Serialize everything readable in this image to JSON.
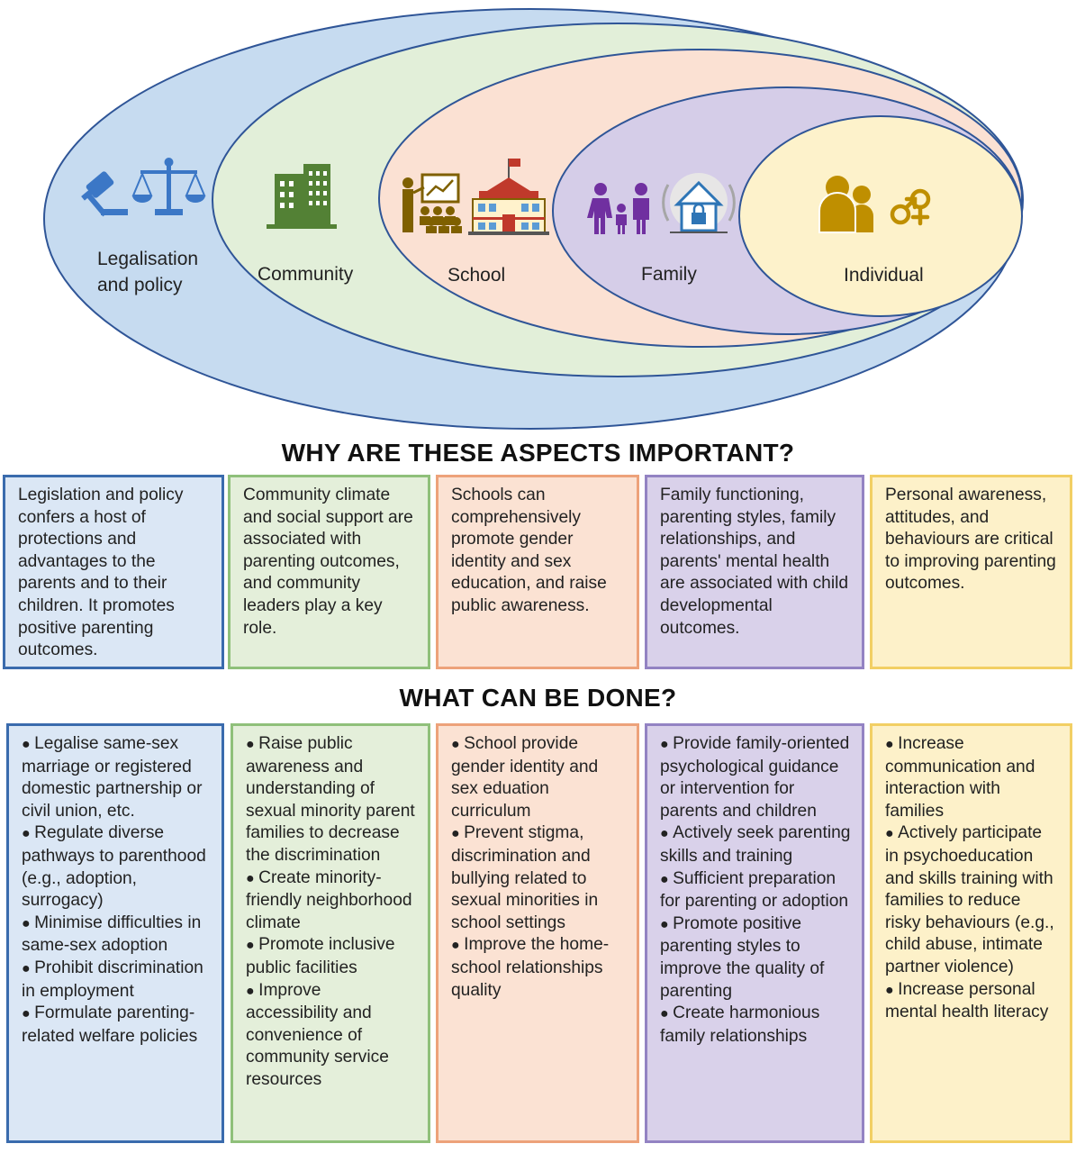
{
  "levels": [
    {
      "id": "legal",
      "label_lines": [
        "Legalisation",
        "and policy"
      ],
      "fill": "#c6dbf0",
      "stroke": "#2f5597",
      "icons": [
        "gavel-icon",
        "scales-icon"
      ]
    },
    {
      "id": "community",
      "label_lines": [
        "Community"
      ],
      "fill": "#e2efd9",
      "stroke": "#2f5597",
      "icons": [
        "buildings-icon"
      ]
    },
    {
      "id": "school",
      "label_lines": [
        "School"
      ],
      "fill": "#fbe1d3",
      "stroke": "#2f5597",
      "icons": [
        "classroom-icon",
        "school-building-icon"
      ]
    },
    {
      "id": "family",
      "label_lines": [
        "Family"
      ],
      "fill": "#d5cde8",
      "stroke": "#2f5597",
      "icons": [
        "family-icon",
        "home-security-icon"
      ]
    },
    {
      "id": "individual",
      "label_lines": [
        "Individual"
      ],
      "fill": "#fdf2cb",
      "stroke": "#2f5597",
      "icons": [
        "people-icon",
        "gender-symbol-icon"
      ]
    }
  ],
  "icon_colors": {
    "legal": "#3b77c6",
    "community": "#538135",
    "school": "#c0392b",
    "school_secondary": "#7f6000",
    "family": "#7030a0",
    "family_house": "#2e75b6",
    "individual": "#bf8f00"
  },
  "headings": {
    "why": "WHY ARE THESE ASPECTS IMPORTANT?",
    "what": "WHAT CAN BE DONE?"
  },
  "why": {
    "legal": "Legislation and policy confers a host of protections and advantages to the parents and to their children. It promotes positive parenting outcomes.",
    "community": "Community climate and social support are associated with parenting outcomes, and community leaders play a key role.",
    "school": "Schools can comprehensively promote gender identity and sex education, and raise public awareness.",
    "family": "Family functioning, parenting styles, family relationships, and parents' mental health are associated with child developmental outcomes.",
    "individual": "Personal awareness, attitudes, and behaviours are critical to improving parenting outcomes."
  },
  "what": {
    "legal": [
      "Legalise same-sex marriage or registered domestic partnership or civil union, etc.",
      "Regulate diverse pathways to parenthood (e.g., adoption, surrogacy)",
      "Minimise difficulties in same-sex adoption",
      "Prohibit discrimination in employment",
      "Formulate parenting-related welfare policies"
    ],
    "community": [
      "Raise public awareness and understanding of sexual minority parent families to decrease the discrimination",
      "Create minority-friendly neighborhood climate",
      "Promote inclusive public facilities",
      "Improve accessibility and convenience of community service resources"
    ],
    "school": [
      "School provide gender identity and sex eduation curriculum",
      "Prevent stigma, discrimination and bullying related to sexual minorities in school settings",
      "Improve the home-school relationships quality"
    ],
    "family": [
      "Provide family-oriented psychological guidance or intervention for parents and children",
      "Actively seek parenting skills and training",
      "Sufficient preparation for parenting or adoption",
      "Promote positive parenting styles to improve the quality of parenting",
      "Create harmonious family relationships"
    ],
    "individual": [
      "Increase communication and interaction with families",
      "Actively participate in psychoeducation and skills training with families to reduce risky behaviours (e.g., child abuse, intimate partner violence)",
      "Increase personal mental health literacy"
    ]
  }
}
